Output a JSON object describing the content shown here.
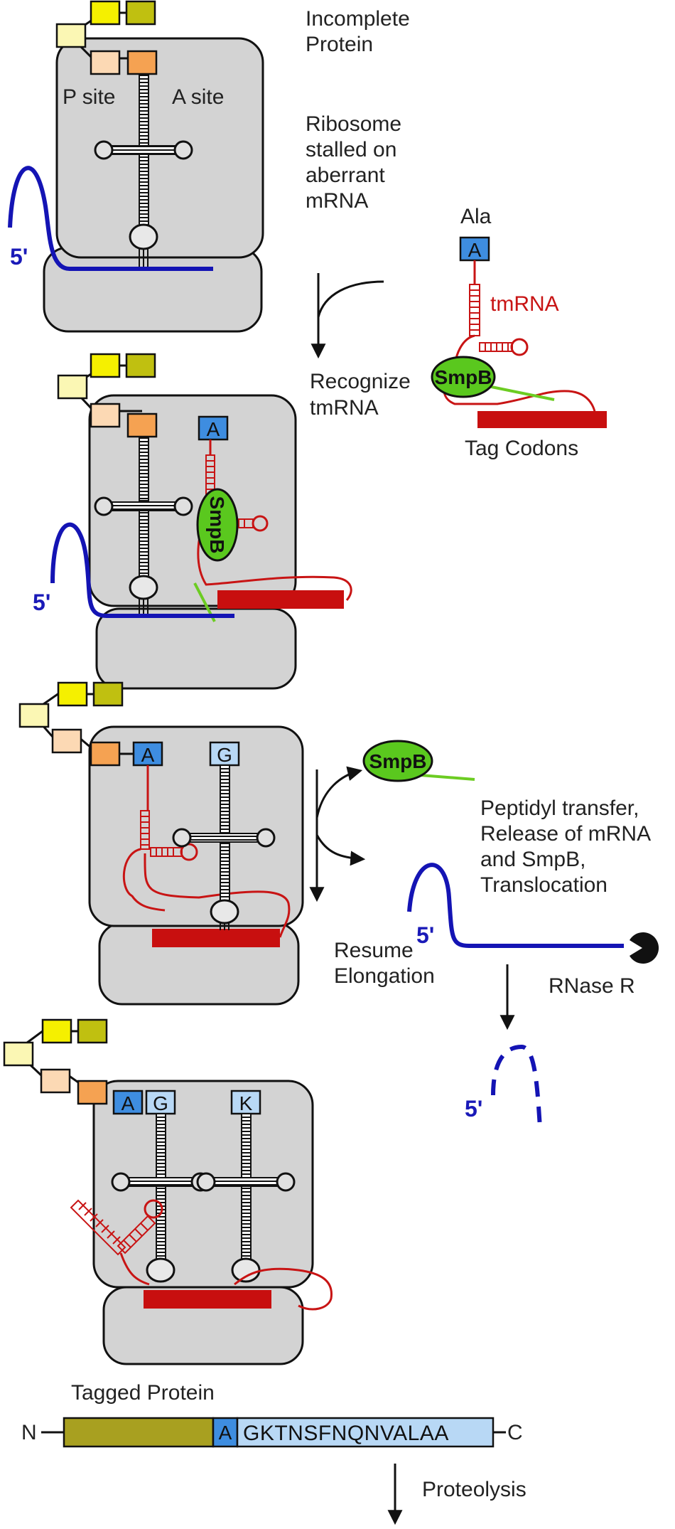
{
  "colors": {
    "ribosome": "#d3d3d3",
    "mrna": "#1414b4",
    "tmrna": "#c81414",
    "tag": "#c80f0f",
    "smpb": "#5ac81e",
    "smpb_tail": "#6ccc22",
    "ala_box": "#3e8de0",
    "aa_light": "#b8d8f5",
    "yellow": "#f5f000",
    "olive": "#c0c010",
    "pale_yellow": "#fbf7b4",
    "peach": "#fcd9b4",
    "orange": "#f5a252",
    "protein_olive": "#a8a020"
  },
  "labels": {
    "incomplete_protein_1": "Incomplete",
    "incomplete_protein_2": "Protein",
    "p_site": "P site",
    "a_site": "A site",
    "stalled_1": "Ribosome",
    "stalled_2": "stalled on",
    "stalled_3": "aberrant",
    "stalled_4": "mRNA",
    "five_prime": "5'",
    "ala": "Ala",
    "tmrna": "tmRNA",
    "smpb": "SmpB",
    "tag_codons": "Tag Codons",
    "recognize_1": "Recognize",
    "recognize_2": "tmRNA",
    "transfer_1": "Peptidyl transfer,",
    "transfer_2": "Release of mRNA",
    "transfer_3": "and SmpB,",
    "transfer_4": "Translocation",
    "resume_1": "Resume",
    "resume_2": "Elongation",
    "rnase": "RNase R",
    "tagged_protein": "Tagged Protein",
    "n_term": "N",
    "c_term": "C",
    "tag_sequence": "GKTNSFNQNVALAA",
    "proteolysis": "Proteolysis"
  },
  "amino_acids": {
    "a": "A",
    "g": "G",
    "k": "K"
  }
}
